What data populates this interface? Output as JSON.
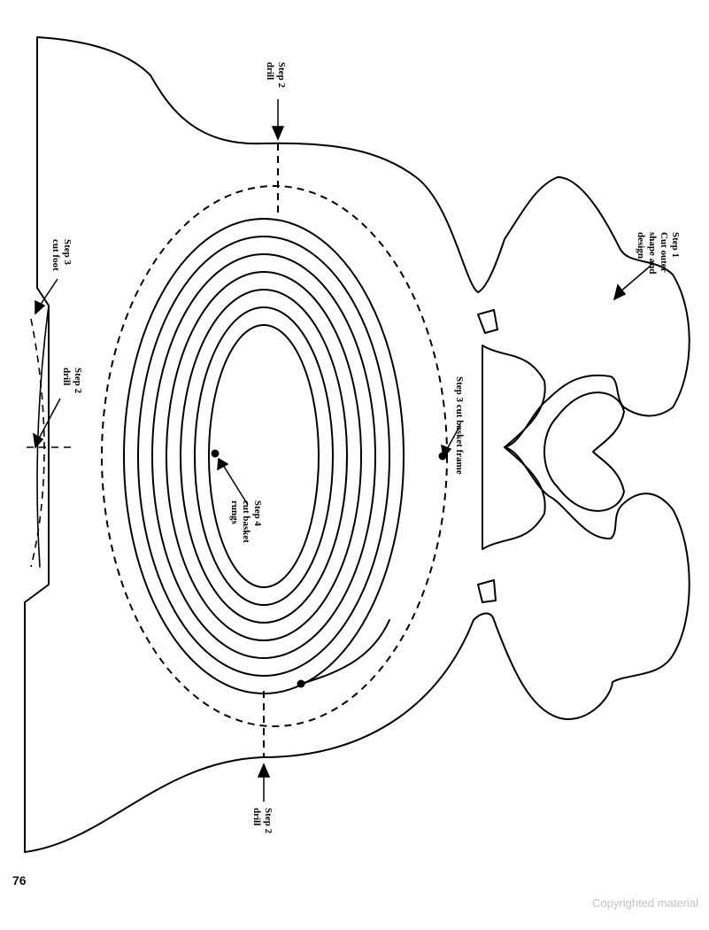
{
  "page_number": "76",
  "copyright": "Copyrighted material",
  "labels": {
    "step1": [
      "Step 1",
      "Cut outer",
      "shape and",
      "design"
    ],
    "step2_top": [
      "Step 2",
      "drill"
    ],
    "step2_bottom": [
      "Step 2",
      "drill"
    ],
    "step2_left": [
      "Step 2",
      "drill"
    ],
    "step3_foot": [
      "Step 3",
      "cut foot"
    ],
    "step3_frame": [
      "Step 3 cut basket frame"
    ],
    "step4": [
      "Step 4",
      "cut basket",
      "rungs"
    ]
  }
}
